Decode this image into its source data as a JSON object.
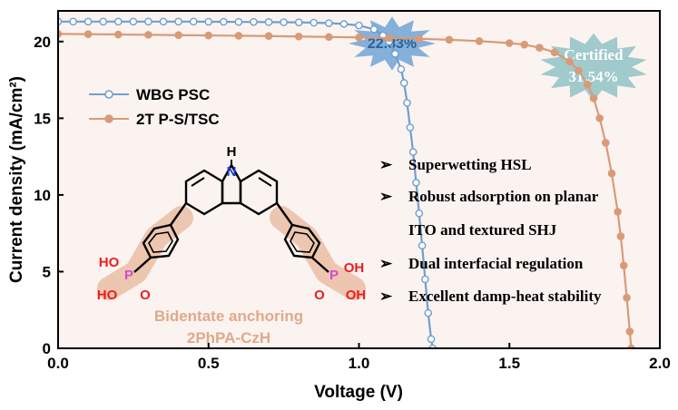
{
  "chart_data": {
    "type": "line",
    "xlabel": "Voltage (V)",
    "ylabel": "Current density (mA/cm²)",
    "xlim": [
      0,
      2.0
    ],
    "ylim": [
      0,
      22
    ],
    "x_ticks": [
      "0.0",
      "0.5",
      "1.0",
      "1.5",
      "2.0"
    ],
    "y_ticks": [
      "0",
      "5",
      "10",
      "15",
      "20"
    ],
    "legend_position": "upper-left",
    "series": [
      {
        "name": "WBG PSC",
        "color": "#6f9fd0",
        "marker": "open-circle",
        "x": [
          0.0,
          0.05,
          0.1,
          0.15,
          0.2,
          0.25,
          0.3,
          0.35,
          0.4,
          0.45,
          0.5,
          0.55,
          0.6,
          0.65,
          0.7,
          0.75,
          0.8,
          0.85,
          0.9,
          0.95,
          1.0,
          1.05,
          1.08,
          1.1,
          1.12,
          1.14,
          1.15,
          1.16,
          1.17,
          1.18,
          1.19,
          1.2,
          1.21,
          1.22,
          1.23,
          1.24,
          1.245
        ],
        "y": [
          21.3,
          21.3,
          21.3,
          21.3,
          21.3,
          21.3,
          21.3,
          21.3,
          21.3,
          21.3,
          21.29,
          21.29,
          21.28,
          21.28,
          21.27,
          21.26,
          21.25,
          21.23,
          21.2,
          21.15,
          21.05,
          20.8,
          20.4,
          20.0,
          19.2,
          18.2,
          17.3,
          16.0,
          14.4,
          12.8,
          10.8,
          8.8,
          6.7,
          4.5,
          2.3,
          0.6,
          0.0
        ]
      },
      {
        "name": "2T P-S/TSC",
        "color": "#d99a77",
        "marker": "filled-circle",
        "x": [
          0.0,
          0.1,
          0.2,
          0.3,
          0.4,
          0.5,
          0.6,
          0.7,
          0.8,
          0.9,
          1.0,
          1.1,
          1.2,
          1.3,
          1.4,
          1.5,
          1.55,
          1.6,
          1.65,
          1.7,
          1.73,
          1.76,
          1.78,
          1.8,
          1.82,
          1.84,
          1.86,
          1.87,
          1.88,
          1.89,
          1.9,
          1.905
        ],
        "y": [
          20.5,
          20.48,
          20.46,
          20.44,
          20.42,
          20.4,
          20.38,
          20.36,
          20.33,
          20.3,
          20.27,
          20.23,
          20.18,
          20.12,
          20.03,
          19.9,
          19.8,
          19.6,
          19.3,
          18.7,
          18.1,
          17.2,
          16.3,
          15.0,
          13.4,
          11.4,
          8.9,
          7.3,
          5.4,
          3.3,
          1.1,
          0.0
        ]
      }
    ],
    "annotations": {
      "wbg_efficiency": "22.83%",
      "tandem_label": "Certified",
      "tandem_efficiency": "31.54%",
      "bullets": [
        "Superwetting HSL",
        "Robust adsorption on planar",
        "ITO and textured SHJ",
        "Dual interfacial regulation",
        "Excellent damp-heat stability"
      ],
      "bullet_glyph": "➢",
      "molecule_caption_1": "Bidentate anchoring",
      "molecule_caption_2": "2PhPA-CzH",
      "atoms": {
        "n": "N",
        "h": "H",
        "ho": "HO",
        "oh": "OH",
        "p": "P",
        "o": "O"
      }
    }
  }
}
